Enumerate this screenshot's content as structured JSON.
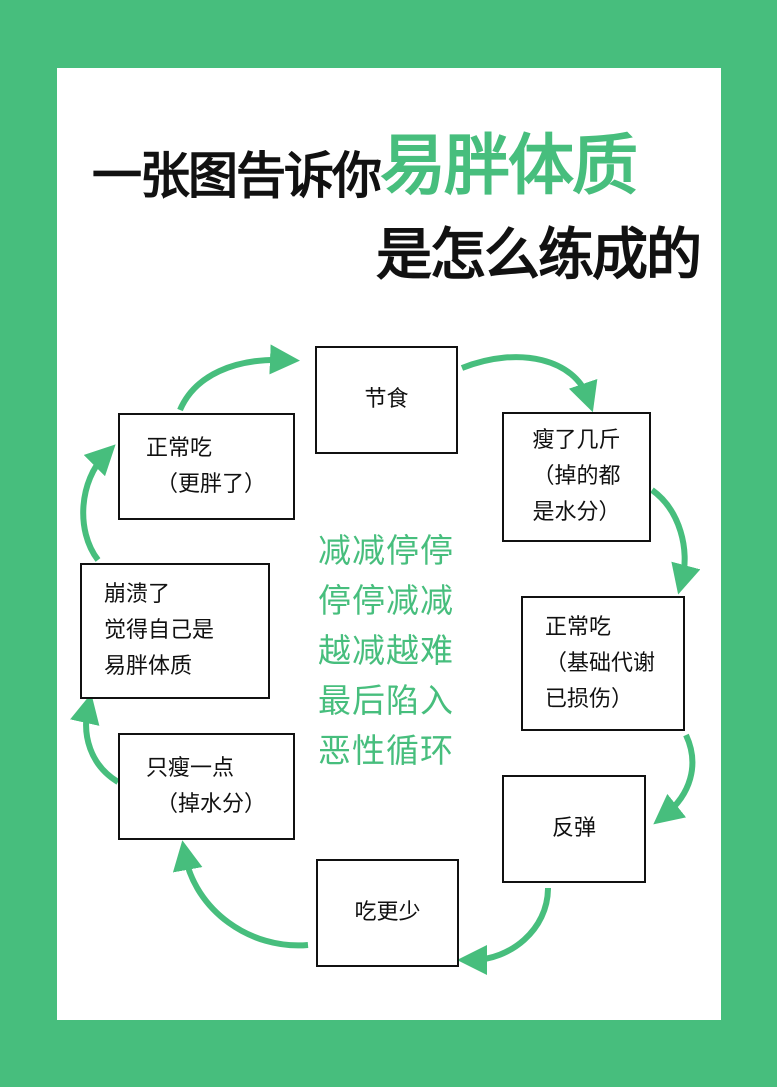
{
  "title": {
    "prefix": "一张图告诉你",
    "highlight": "易胖体质",
    "line2": "是怎么练成的"
  },
  "cycle": [
    {
      "id": "diet",
      "lines": [
        "节食"
      ]
    },
    {
      "id": "lost-weight",
      "lines": [
        "瘦了几斤",
        "（掉的都",
        "是水分）"
      ]
    },
    {
      "id": "eat-normal-damaged",
      "lines": [
        "正常吃",
        "（基础代谢",
        "已损伤）"
      ]
    },
    {
      "id": "rebound",
      "lines": [
        "反弹"
      ]
    },
    {
      "id": "eat-less",
      "lines": [
        "吃更少"
      ]
    },
    {
      "id": "lost-little",
      "lines": [
        "只瘦一点",
        "（掉水分）"
      ]
    },
    {
      "id": "breakdown",
      "lines": [
        "崩溃了",
        "觉得自己是",
        "易胖体质"
      ]
    },
    {
      "id": "eat-normal-fatter",
      "lines": [
        "正常吃",
        "（更胖了）"
      ]
    }
  ],
  "center_text": [
    "减减停停",
    "停停减减",
    "越减越难",
    "最后陷入",
    "恶性循环"
  ],
  "colors": {
    "accent": "#47be7d",
    "text": "#111111"
  }
}
